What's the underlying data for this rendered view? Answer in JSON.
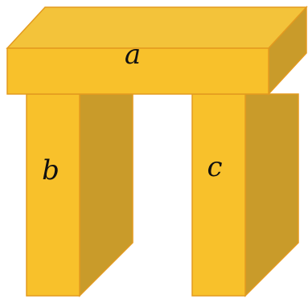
{
  "labels": {
    "top": "a",
    "left_leg": "b",
    "right_leg": "c"
  },
  "colors": {
    "front": "#F8C12B",
    "top_face": "#F3C33A",
    "side": "#C99B2A",
    "outline": "#E39A1F"
  }
}
